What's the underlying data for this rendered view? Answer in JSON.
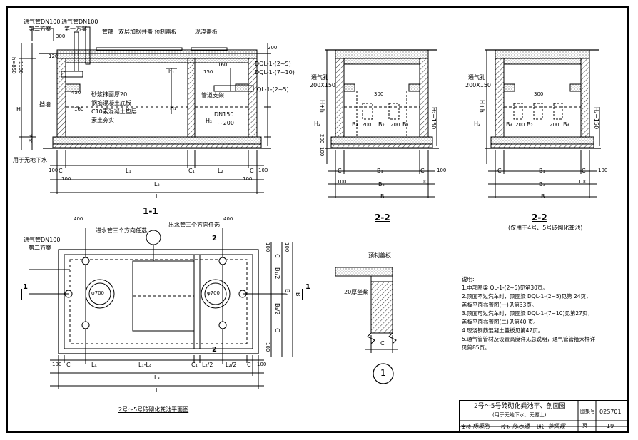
{
  "section_1_1": {
    "title": "1-1",
    "callouts": [
      "通气管DN100",
      "第二方案",
      "通气管DN100",
      "第一方案",
      "管箍",
      "双层加钢井盖",
      "预制盖板",
      "现浇盖板"
    ],
    "materials": [
      "砂浆抹面厚20",
      "钢筋混凝土底板",
      "C10素混凝土垫层",
      "素土夯实"
    ],
    "other_labels": [
      "挡墙",
      "管道支架",
      "用于无地下水",
      "DQL-1-(2~5)",
      "DQL-1-(7~10)",
      "QL-1-(2~5)",
      "DN150",
      "~200"
    ],
    "dims": [
      "300",
      "120",
      "450",
      "160",
      "h₁",
      "H₁",
      "H₂",
      "H",
      "h=850",
      "~1100",
      "150",
      "200",
      "200",
      "160",
      "100",
      "C",
      "L₁",
      "C₁",
      "L₂",
      "C",
      "100",
      "100",
      "L₃",
      "100",
      "L"
    ]
  },
  "section_2_2_a": {
    "title": "2-2",
    "labels": [
      "通气孔",
      "200X150",
      "H+h",
      "H₂",
      "H₂+150",
      "200",
      "100",
      "B₄",
      "200",
      "B₂",
      "200",
      "B₄",
      "300",
      "C",
      "B₁",
      "C",
      "100",
      "B₃",
      "100",
      "B",
      "100"
    ]
  },
  "section_2_2_b": {
    "title": "2-2",
    "subtitle": "(仅用于4号、5号砖砌化粪池)",
    "labels": [
      "通气孔",
      "200X150",
      "H+h",
      "H₂",
      "H₂+150",
      "B₄",
      "200",
      "B₂",
      "200",
      "B₄",
      "300",
      "C",
      "B₁",
      "C",
      "100",
      "B₃",
      "100",
      "B"
    ]
  },
  "plan": {
    "title": "2号～5号砖砌化粪池平面图",
    "labels": [
      "400",
      "进水管三个方向任选",
      "出水管三个方向任选",
      "400",
      "通气管DN100",
      "第二方案",
      "φ700",
      "φ700",
      "1",
      "1",
      "2",
      "2",
      "B₁/2",
      "B₁/2",
      "B₃",
      "B",
      "C",
      "C",
      "100",
      "100",
      "100"
    ],
    "dims": [
      "100",
      "C",
      "L₄",
      "L₁-L₄",
      "C₁",
      "L₂/2",
      "L₂/2",
      "C",
      "100",
      "L₃",
      "L"
    ]
  },
  "detail_1": {
    "label": "预制盖板",
    "note": "20厚坐浆",
    "dim": "C",
    "number": "1"
  },
  "notes": {
    "heading": "说明:",
    "items": [
      "1.中部圈梁 QL-1-(2~5)见第30页。",
      "2.顶面不过汽车时，顶圈梁 DQL-1-(2~5)见第 24页，",
      "   盖板平面布置图(一)见第33页。",
      "3.顶面可过汽车时，顶圈梁 DQL-1-(7~10)见第27页，",
      "   盖板平面布置图(二)见第40 页。",
      "4.现浇钢筋混凝土盖板见第47页。",
      "5.通气管管材及设置高度详见总说明，通气管管箍大样详",
      "   见第85页。"
    ]
  },
  "title_block": {
    "drawing_title": "2号～5号砖砌化粪池平、剖面图",
    "drawing_subtitle": "(用于无地下水、无覆土)",
    "atlas_label": "图集号",
    "atlas_no": "02S701",
    "page_label": "页",
    "page_no": "19",
    "sign_labels": [
      "审核",
      "校对",
      "设计"
    ],
    "signatures": [
      "杨秉刚",
      "陈志通",
      "柳凤霞"
    ]
  }
}
